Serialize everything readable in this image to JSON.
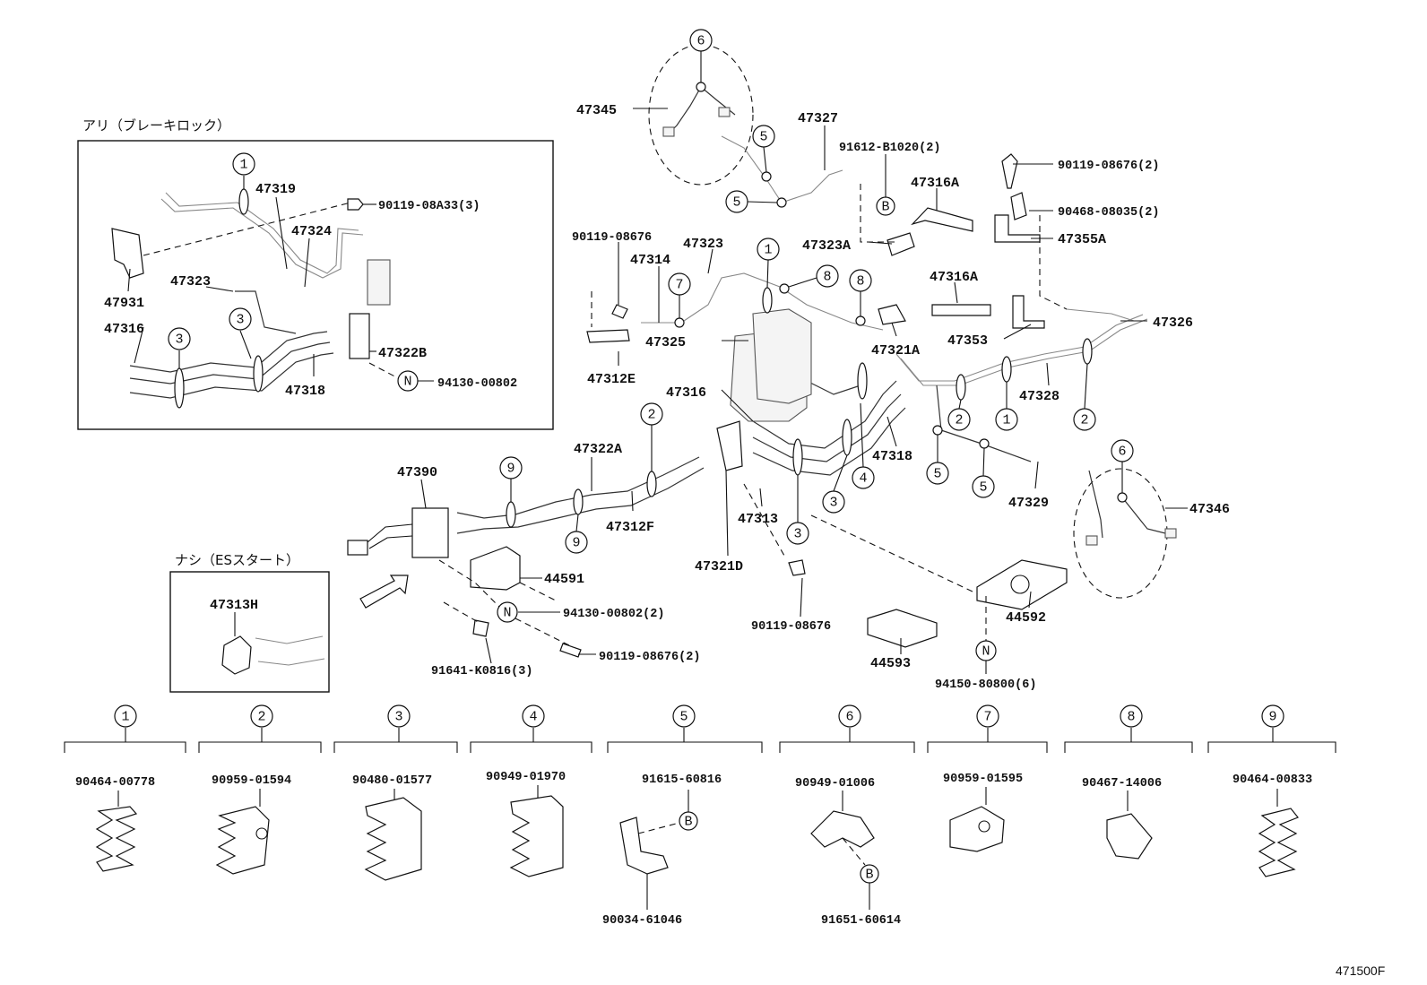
{
  "figure_id": "471500F",
  "inset_top": {
    "caption": "アリ（ブレーキロック）",
    "labels": {
      "p1": "47319",
      "p2": "90119-08A33(3)",
      "p3": "47324",
      "p4": "47931",
      "p5": "47323",
      "p6": "47316",
      "p7": "47322B",
      "p8": "47318",
      "p9": "94130-00802"
    },
    "markers": [
      "1",
      "3",
      "3",
      "N"
    ]
  },
  "inset_bottom": {
    "caption": "ナシ（ESスタート）",
    "labels": {
      "p1": "47313H"
    }
  },
  "main_labels": {
    "a47345": "47345",
    "a47327": "47327",
    "a91612": "91612-B1020(2)",
    "a90119a": "90119-08676(2)",
    "a47316A1": "47316A",
    "a90468": "90468-08035(2)",
    "a47355A": "47355A",
    "a47323A": "47323A",
    "a90119b": "90119-08676",
    "a47323": "47323",
    "a47314": "47314",
    "a47316A2": "47316A",
    "a47326": "47326",
    "a47325": "47325",
    "a47321A": "47321A",
    "a47353": "47353",
    "a47312E": "47312E",
    "a47316": "47316",
    "a47328": "47328",
    "a47318": "47318",
    "a47322A": "47322A",
    "a47390": "47390",
    "a47329": "47329",
    "a47312F": "47312F",
    "a47346": "47346",
    "a47313": "47313",
    "a44591": "44591",
    "a47321D": "47321D",
    "a94130": "94130-00802(2)",
    "a44592": "44592",
    "a90119c": "90119-08676",
    "a90119d": "90119-08676(2)",
    "a91641": "91641-K0816(3)",
    "a44593": "44593",
    "a94150": "94150-80800(6)"
  },
  "legend": [
    {
      "ref": "1",
      "part": "90464-00778"
    },
    {
      "ref": "2",
      "part": "90959-01594"
    },
    {
      "ref": "3",
      "part": "90480-01577"
    },
    {
      "ref": "4",
      "part": "90949-01970"
    },
    {
      "ref": "5",
      "part": "91615-60816",
      "sub_ref": "B",
      "sub_part": "90034-61046"
    },
    {
      "ref": "6",
      "part": "90949-01006",
      "sub_ref": "B",
      "sub_part": "91651-60614"
    },
    {
      "ref": "7",
      "part": "90959-01595"
    },
    {
      "ref": "8",
      "part": "90467-14006"
    },
    {
      "ref": "9",
      "part": "90464-00833"
    }
  ],
  "colors": {
    "ink": "#111111",
    "pipe_gray": "#888888",
    "background": "#ffffff"
  }
}
